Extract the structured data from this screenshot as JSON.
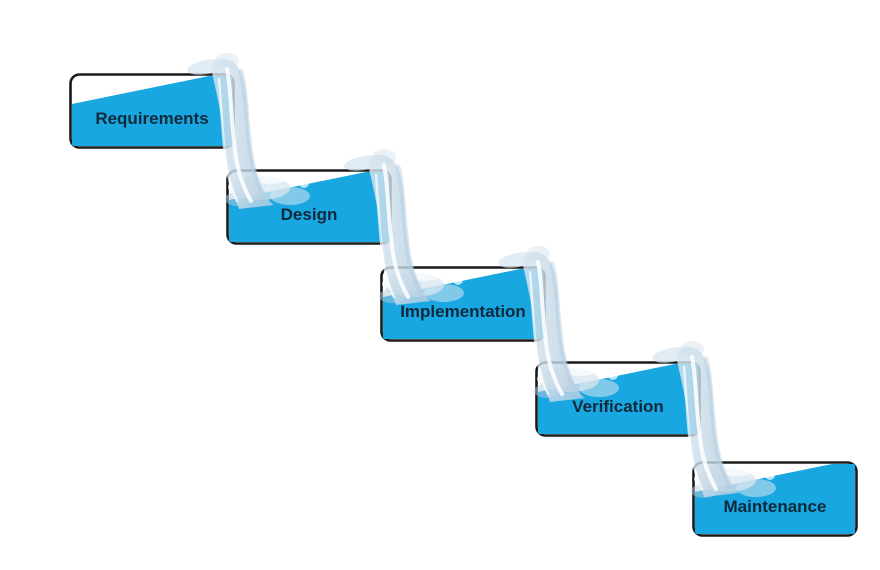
{
  "diagram": {
    "kind": "waterfall-model-cascade",
    "background": "#ffffff"
  },
  "colors": {
    "page_background": "#ffffff",
    "water_fill": "#18a7e0",
    "box_border": "#1a1a1a",
    "box_background": "#ffffff",
    "label_text": "#10293a",
    "stream_light": "#d8e6f0",
    "stream_mid": "#b4cddf"
  },
  "stages": [
    {
      "label": "Requirements"
    },
    {
      "label": "Design"
    },
    {
      "label": "Implementation"
    },
    {
      "label": "Verification"
    },
    {
      "label": "Maintenance"
    }
  ]
}
